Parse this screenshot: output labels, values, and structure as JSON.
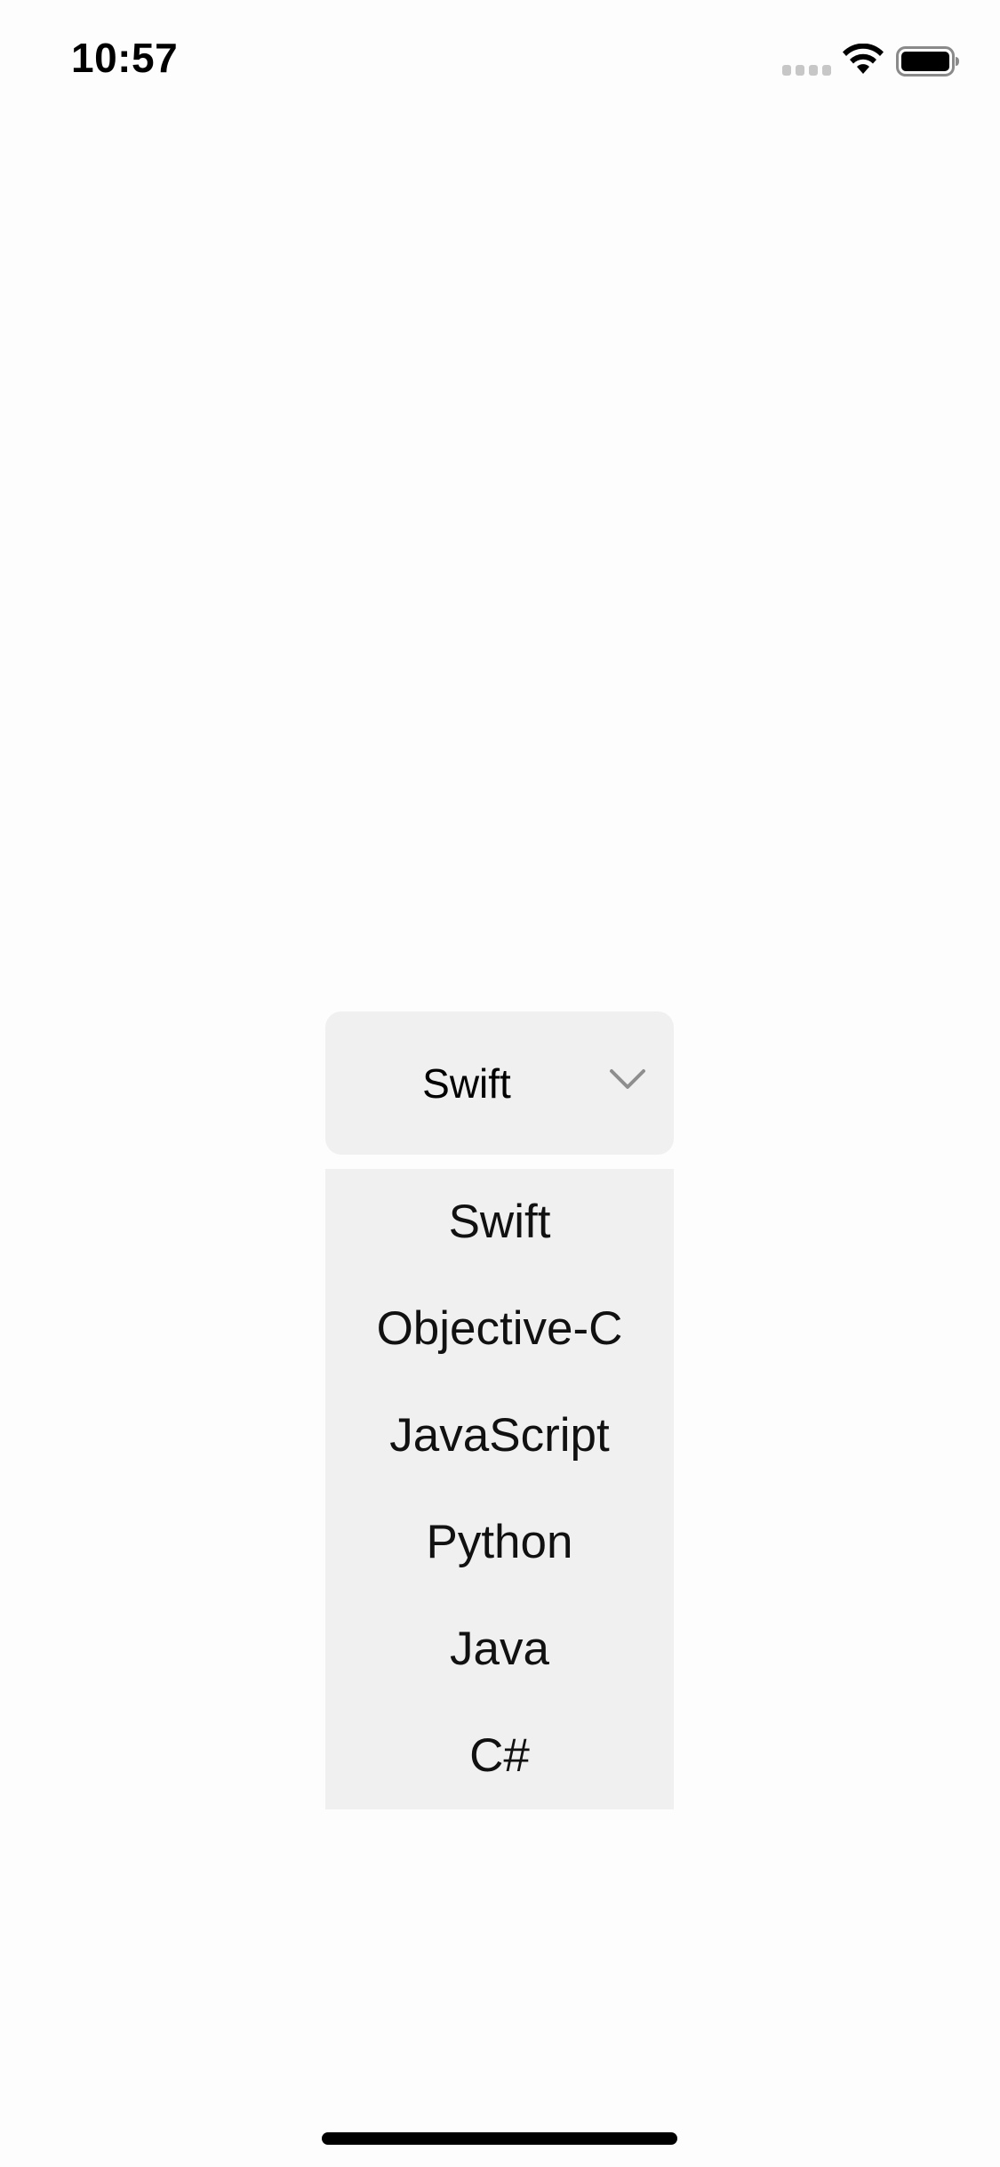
{
  "status_bar": {
    "time": "10:57",
    "signal_icon": "cellular-signal-icon",
    "wifi_icon": "wifi-icon",
    "battery_icon": "battery-icon"
  },
  "dropdown": {
    "selected_value": "Swift",
    "chevron_icon": "chevron-down-icon",
    "options": [
      {
        "label": "Swift"
      },
      {
        "label": "Objective-C"
      },
      {
        "label": "JavaScript"
      },
      {
        "label": "Python"
      },
      {
        "label": "Java"
      },
      {
        "label": "C#"
      }
    ]
  },
  "colors": {
    "background": "#fdfdfd",
    "dropdown_background": "#f0f0f0",
    "chevron": "#8e8e8e",
    "text": "#000000"
  }
}
